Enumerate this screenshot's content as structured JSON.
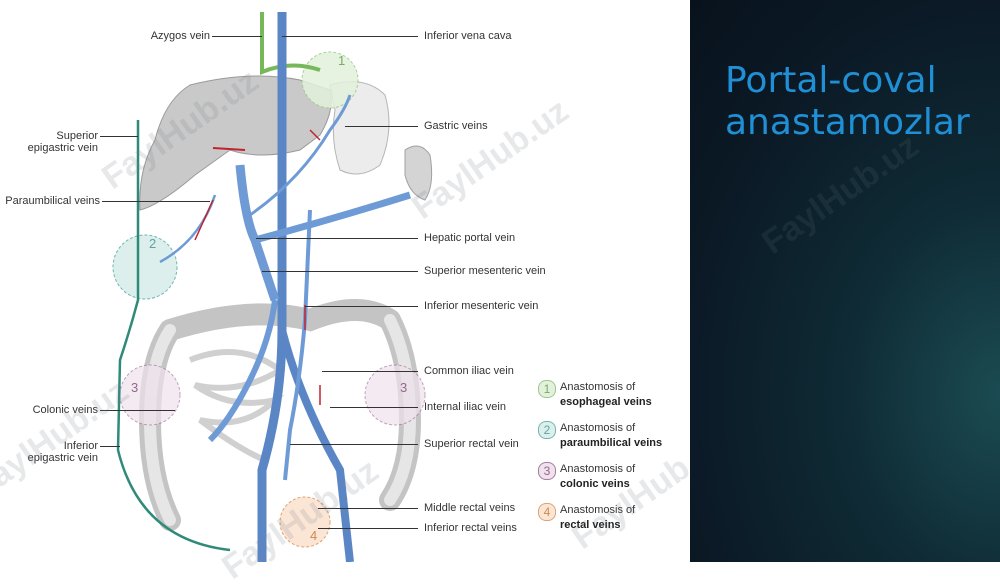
{
  "slide": {
    "title": "Portal-coval anastamozlar"
  },
  "labels": {
    "azygos": "Azygos vein",
    "ivc": "Inferior vena cava",
    "gastric": "Gastric veins",
    "superior_epigastric": "Superior\nepigastric vein",
    "paraumbilical": "Paraumbilical veins",
    "hepatic_portal": "Hepatic portal vein",
    "superior_mesenteric": "Superior mesenteric vein",
    "inferior_mesenteric": "Inferior mesenteric vein",
    "common_iliac": "Common iliac vein",
    "internal_iliac": "Internal iliac vein",
    "superior_rectal": "Superior rectal vein",
    "colonic": "Colonic veins",
    "inferior_epigastric": "Inferior\nepigastric vein",
    "middle_rectal": "Middle rectal veins",
    "inferior_rectal": "Inferior rectal veins"
  },
  "legend": [
    {
      "num": "1",
      "line1": "Anastomosis of",
      "line2": "esophageal veins",
      "color": "#9bc98a",
      "fill": "#e3f1dc"
    },
    {
      "num": "2",
      "line1": "Anastomosis of",
      "line2": "paraumbilical veins",
      "color": "#6fb7b0",
      "fill": "#dcefed"
    },
    {
      "num": "3",
      "line1": "Anastomosis of",
      "line2": "colonic veins",
      "color": "#a77a9e",
      "fill": "#efe2ed"
    },
    {
      "num": "4",
      "line1": "Anastomosis of",
      "line2": "rectal veins",
      "color": "#e3a06b",
      "fill": "#fbe6d6"
    }
  ],
  "region_numbers": {
    "r1": "1",
    "r2": "2",
    "r3a": "3",
    "r3b": "3",
    "r4": "4"
  },
  "watermark": "FaylHub.uz",
  "colors": {
    "portal_vein": "#6e9bd6",
    "systemic_vein": "#5b86c6",
    "azygos": "#77b85a",
    "epigastric": "#2f8a7a",
    "organ": "#c9c9c9",
    "title": "#1f8fd6",
    "arrow": "#c0232e"
  }
}
